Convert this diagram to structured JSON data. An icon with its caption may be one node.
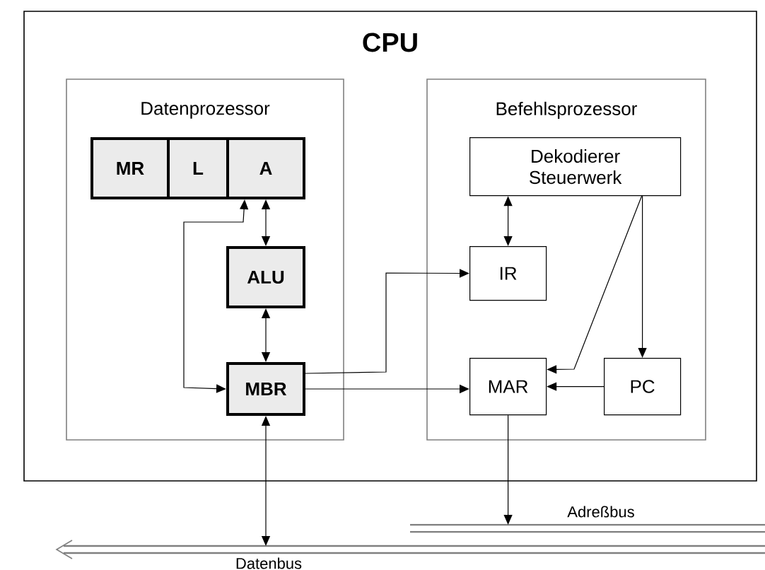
{
  "diagram": {
    "nodes": [
      {
        "text": [
          "CPU"
        ]
      },
      {
        "text": [
          "Datenprozessor"
        ],
        "in": 0
      },
      {
        "text": [
          "MR"
        ],
        "in": 1
      },
      {
        "text": [
          "L"
        ],
        "in": 1
      },
      {
        "text": [
          "A"
        ],
        "in": 1
      },
      {
        "text": [
          "ALU"
        ],
        "in": 1
      },
      {
        "text": [
          "MBR"
        ],
        "in": 1
      },
      {
        "text": [
          "Befehlsprozessor"
        ],
        "in": 0
      },
      {
        "text": [
          "Dekodierer Steuerwerk"
        ],
        "in": 7
      },
      {
        "text": [
          "IR"
        ],
        "in": 7
      },
      {
        "text": [
          "MAR"
        ],
        "in": 7
      },
      {
        "text": [
          "PC"
        ],
        "in": 7
      },
      {
        "text": [
          "Adreßbus"
        ]
      },
      {
        "text": [
          "Datenbus"
        ]
      }
    ],
    "edges": [
      {
        "from": 4,
        "to": 5,
        "arrow": "both"
      },
      {
        "from": 5,
        "to": 6,
        "arrow": "both"
      },
      {
        "from": 6,
        "to": 4,
        "arrow": "both"
      },
      {
        "from": 6,
        "to": 9,
        "arrow": "to"
      },
      {
        "from": 6,
        "to": 10,
        "arrow": "to"
      },
      {
        "from": 8,
        "to": 9,
        "arrow": "both"
      },
      {
        "from": 8,
        "to": 10,
        "arrow": "to"
      },
      {
        "from": 8,
        "to": 11,
        "arrow": "to"
      },
      {
        "from": 11,
        "to": 10,
        "arrow": "to"
      },
      {
        "from": 6,
        "to": 13,
        "arrow": "both"
      },
      {
        "from": 10,
        "to": 12,
        "arrow": "to"
      }
    ]
  }
}
